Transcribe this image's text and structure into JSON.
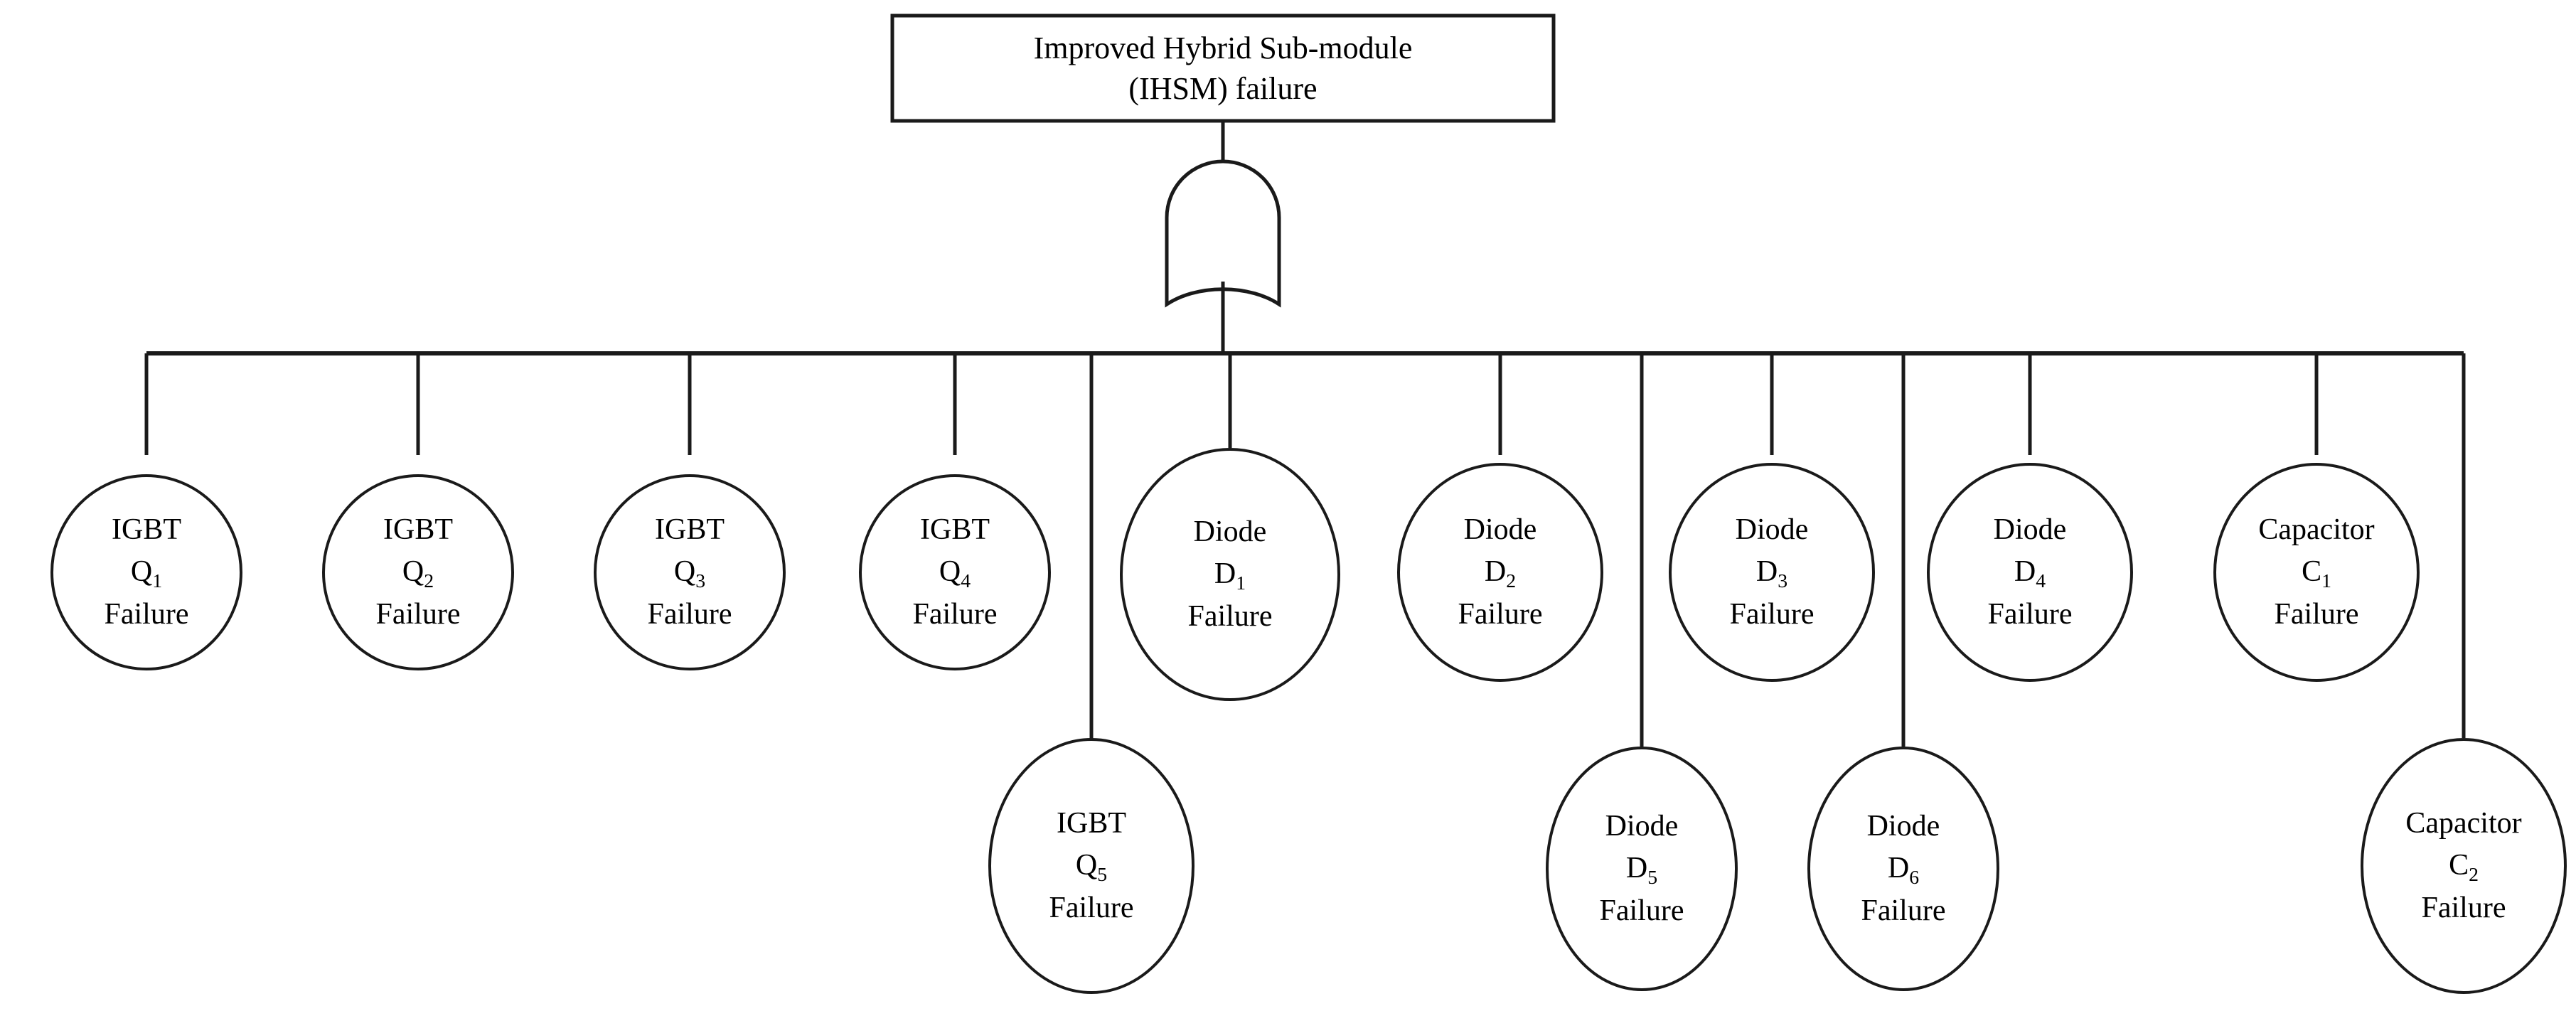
{
  "diagram": {
    "type": "fault-tree",
    "title": "Improved Hybrid Sub-module (IHSM) fault tree",
    "background_color": "#ffffff",
    "line_color": "#1a1a1a",
    "text_color": "#000000"
  },
  "top_event": {
    "shape": "rectangle",
    "line1": "Improved Hybrid Sub-module",
    "line2": "(IHSM) failure"
  },
  "gate": {
    "kind": "OR",
    "name": "or-gate",
    "shape": "or-gate-shield"
  },
  "basic_events": [
    {
      "id": "Q1",
      "row": "middle",
      "kind": "IGBT",
      "line1": "IGBT",
      "symbol": "Q",
      "subscript": "1",
      "line3": "Failure"
    },
    {
      "id": "Q2",
      "row": "middle",
      "kind": "IGBT",
      "line1": "IGBT",
      "symbol": "Q",
      "subscript": "2",
      "line3": "Failure"
    },
    {
      "id": "Q3",
      "row": "middle",
      "kind": "IGBT",
      "line1": "IGBT",
      "symbol": "Q",
      "subscript": "3",
      "line3": "Failure"
    },
    {
      "id": "Q4",
      "row": "middle",
      "kind": "IGBT",
      "line1": "IGBT",
      "symbol": "Q",
      "subscript": "4",
      "line3": "Failure"
    },
    {
      "id": "D1",
      "row": "middle",
      "kind": "Diode",
      "line1": "Diode",
      "symbol": "D",
      "subscript": "1",
      "line3": "Failure"
    },
    {
      "id": "D2",
      "row": "middle",
      "kind": "Diode",
      "line1": "Diode",
      "symbol": "D",
      "subscript": "2",
      "line3": "Failure"
    },
    {
      "id": "D3",
      "row": "middle",
      "kind": "Diode",
      "line1": "Diode",
      "symbol": "D",
      "subscript": "3",
      "line3": "Failure"
    },
    {
      "id": "D4",
      "row": "middle",
      "kind": "Diode",
      "line1": "Diode",
      "symbol": "D",
      "subscript": "4",
      "line3": "Failure"
    },
    {
      "id": "C1",
      "row": "middle",
      "kind": "Capacitor",
      "line1": "Capacitor",
      "symbol": "C",
      "subscript": "1",
      "line3": "Failure"
    },
    {
      "id": "Q5",
      "row": "bottom",
      "kind": "IGBT",
      "line1": "IGBT",
      "symbol": "Q",
      "subscript": "5",
      "line3": "Failure"
    },
    {
      "id": "D5",
      "row": "bottom",
      "kind": "Diode",
      "line1": "Diode",
      "symbol": "D",
      "subscript": "5",
      "line3": "Failure"
    },
    {
      "id": "D6",
      "row": "bottom",
      "kind": "Diode",
      "line1": "Diode",
      "symbol": "D",
      "subscript": "6",
      "line3": "Failure"
    },
    {
      "id": "C2",
      "row": "bottom",
      "kind": "Capacitor",
      "line1": "Capacitor",
      "symbol": "C",
      "subscript": "2",
      "line3": "Failure"
    }
  ],
  "counts": {
    "total_basic_events": 13,
    "igbt_events": 5,
    "diode_events": 6,
    "capacitor_events": 2
  }
}
